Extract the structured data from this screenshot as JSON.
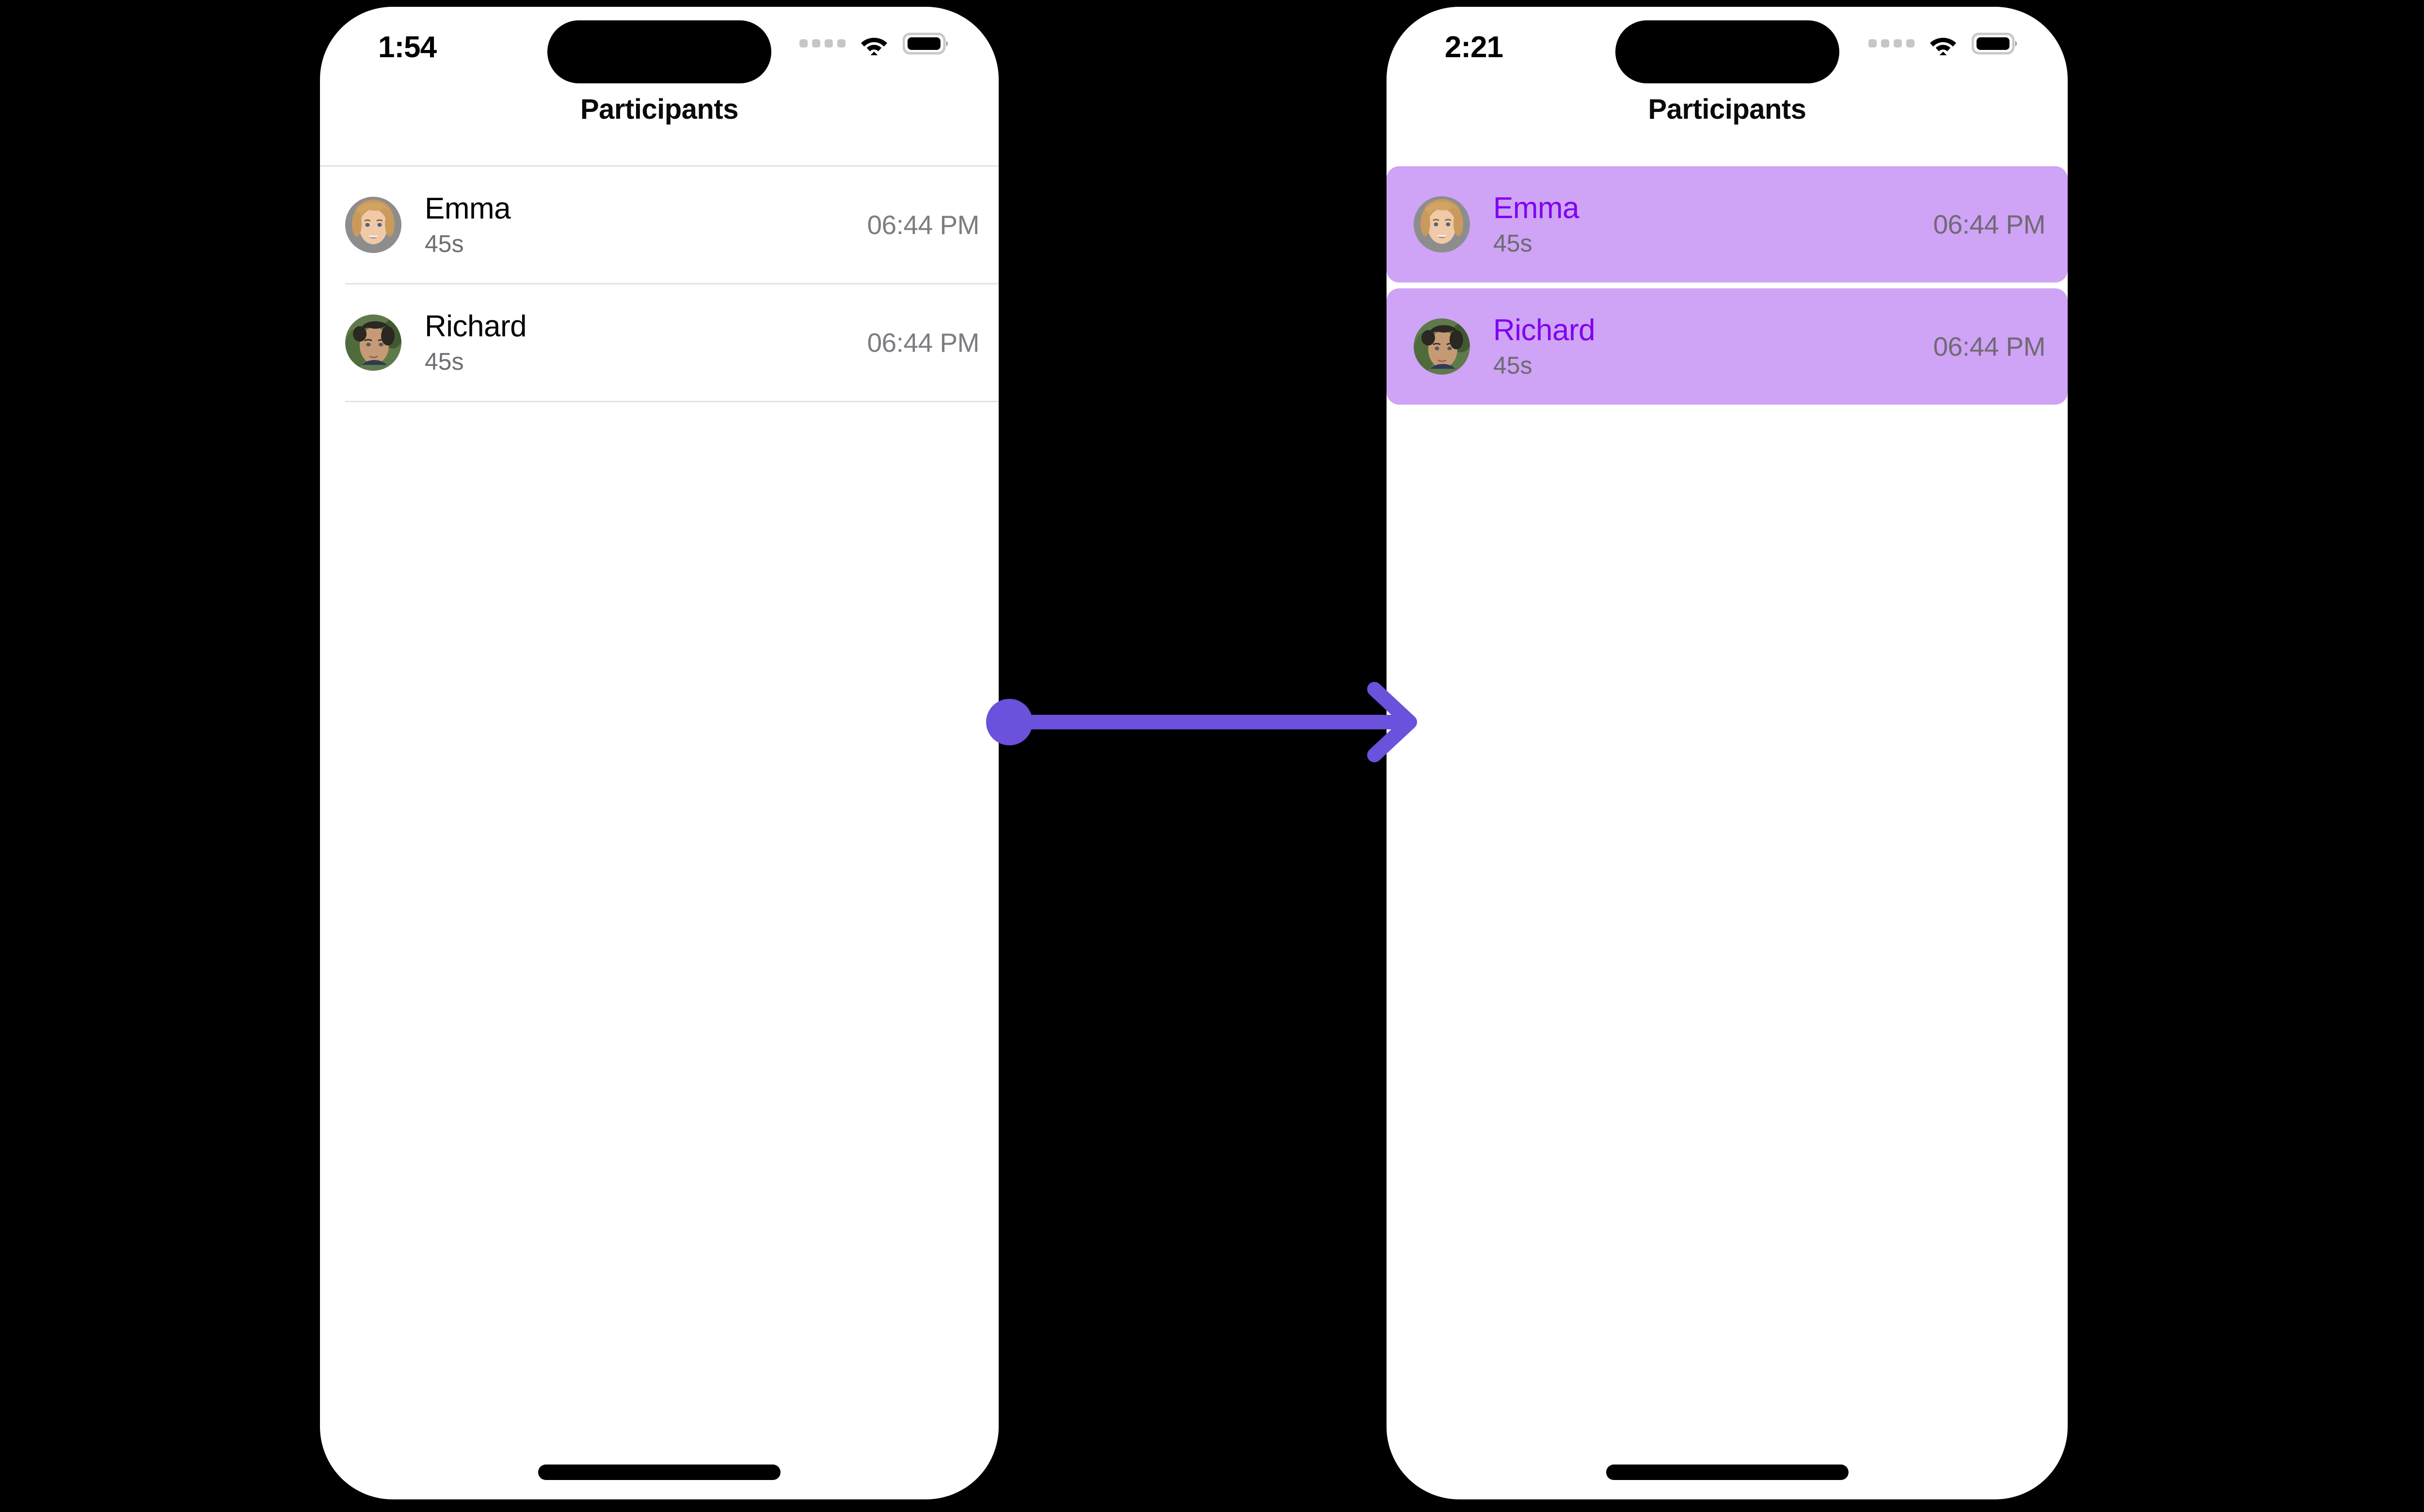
{
  "canvas": {
    "background_color": "#000000",
    "accent_color": "#6b51dc",
    "highlight_color": "#cfa3f5",
    "highlight_text_color": "#8000f0",
    "muted_text_color": "#6e6e73",
    "time_text_color": "#7c7c81"
  },
  "screens": [
    {
      "id": "before",
      "status_bar": {
        "time": "1:54",
        "cellular_icon": "cellular-dots-icon",
        "wifi_icon": "wifi-icon",
        "battery_icon": "battery-full-icon"
      },
      "nav": {
        "title": "Participants"
      },
      "list_style": "plain",
      "rows": [
        {
          "name": "Emma",
          "subtitle": "45s",
          "time": "06:44 PM",
          "avatar": "emma-avatar",
          "selected": false
        },
        {
          "name": "Richard",
          "subtitle": "45s",
          "time": "06:44 PM",
          "avatar": "richard-avatar",
          "selected": false
        }
      ],
      "home_indicator": "home-indicator"
    },
    {
      "id": "after",
      "status_bar": {
        "time": "2:21",
        "cellular_icon": "cellular-dots-icon",
        "wifi_icon": "wifi-icon",
        "battery_icon": "battery-full-icon"
      },
      "nav": {
        "title": "Participants"
      },
      "list_style": "highlighted",
      "rows": [
        {
          "name": "Emma",
          "subtitle": "45s",
          "time": "06:44 PM",
          "avatar": "emma-avatar",
          "selected": true
        },
        {
          "name": "Richard",
          "subtitle": "45s",
          "time": "06:44 PM",
          "avatar": "richard-avatar",
          "selected": true
        }
      ],
      "home_indicator": "home-indicator"
    }
  ],
  "annotation": {
    "type": "arrow",
    "icon": "arrow-right-icon",
    "start_marker": "dot",
    "color": "#6b51dc"
  }
}
